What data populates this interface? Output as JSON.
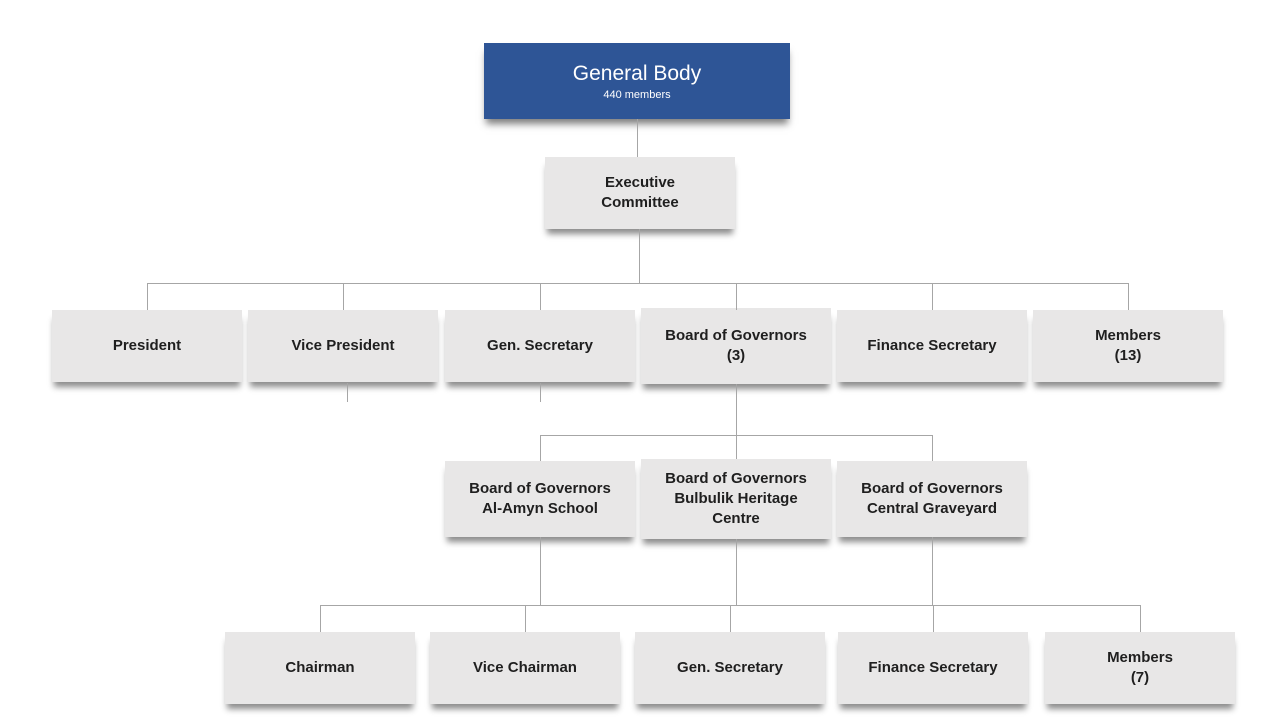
{
  "colors": {
    "root_background": "#2e5596",
    "root_text": "#ffffff",
    "node_background": "#e8e7e7",
    "node_text": "#1f1f1f",
    "connector_line": "#a6a6a6",
    "page_background": "#ffffff"
  },
  "org": {
    "general_body": {
      "title": "General Body",
      "subtitle": "440 members"
    },
    "executive_committee": {
      "label": "Executive\nCommittee"
    },
    "level1": [
      {
        "label": "President"
      },
      {
        "label": "Vice President"
      },
      {
        "label": "Gen. Secretary"
      },
      {
        "label": "Board of Governors\n(3)"
      },
      {
        "label": "Finance Secretary"
      },
      {
        "label": "Members\n(13)"
      }
    ],
    "boards": [
      {
        "label": "Board of Governors\nAl-Amyn School"
      },
      {
        "label": "Board of Governors\nBulbulik Heritage\nCentre"
      },
      {
        "label": "Board of Governors\nCentral Graveyard"
      }
    ],
    "board_officers": [
      {
        "label": "Chairman"
      },
      {
        "label": "Vice Chairman"
      },
      {
        "label": "Gen. Secretary"
      },
      {
        "label": "Finance Secretary"
      },
      {
        "label": "Members\n(7)"
      }
    ]
  }
}
